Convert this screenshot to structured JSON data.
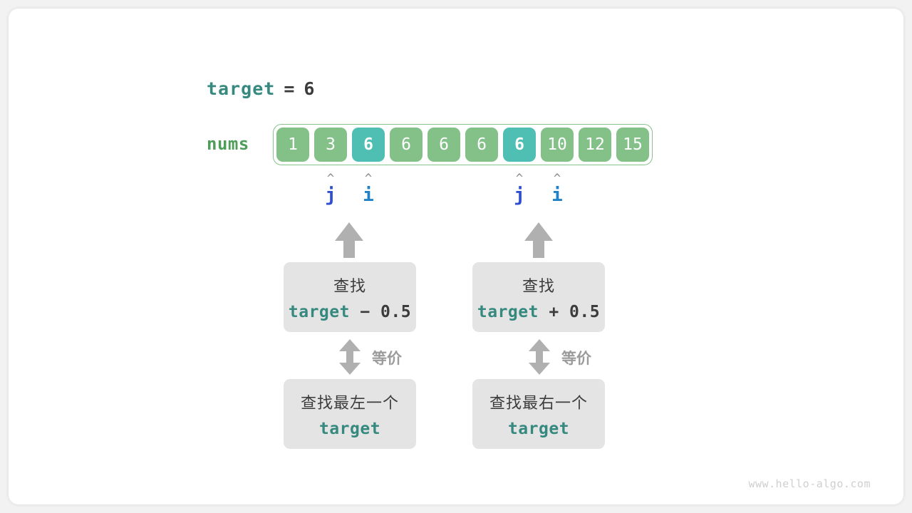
{
  "header": {
    "target_keyword": "target",
    "equals": "=",
    "target_value": "6"
  },
  "array": {
    "label": "nums",
    "values": [
      "1",
      "3",
      "6",
      "6",
      "6",
      "6",
      "6",
      "10",
      "12",
      "15"
    ],
    "highlighted_indices": [
      2,
      6
    ],
    "cell_color": "#83c189",
    "highlight_color": "#4ebfb2"
  },
  "pointers": [
    {
      "name": "j",
      "index": 1,
      "caret": "^",
      "color": "#2f4fd0"
    },
    {
      "name": "i",
      "index": 2,
      "caret": "^",
      "color": "#1f82c8"
    },
    {
      "name": "j",
      "index": 6,
      "caret": "^",
      "color": "#2f4fd0"
    },
    {
      "name": "i",
      "index": 7,
      "caret": "^",
      "color": "#1f82c8"
    }
  ],
  "left_branch": {
    "upper_box": {
      "line1": "查找",
      "keyword": "target",
      "operator": "− 0.5"
    },
    "equivalence_label": "等价",
    "lower_box": {
      "line1": "查找最左一个",
      "keyword": "target"
    }
  },
  "right_branch": {
    "upper_box": {
      "line1": "查找",
      "keyword": "target",
      "operator": "+ 0.5"
    },
    "equivalence_label": "等价",
    "lower_box": {
      "line1": "查找最右一个",
      "keyword": "target"
    }
  },
  "watermark": "www.hello-algo.com"
}
